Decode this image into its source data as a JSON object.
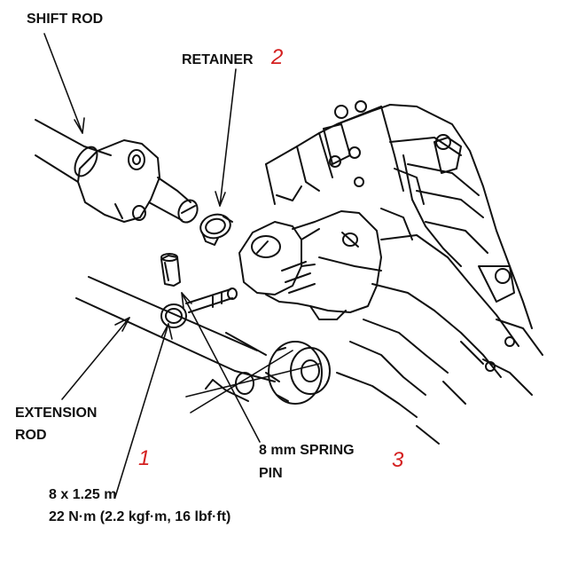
{
  "labels": {
    "shift_rod": "SHIFT ROD",
    "retainer": "RETAINER",
    "extension_rod_line1": "EXTENSION",
    "extension_rod_line2": "ROD",
    "spring_pin_line1": "8 mm SPRING",
    "spring_pin_line2": "PIN",
    "bolt_size": "8 x 1.25 m",
    "torque": "22 N·m (2.2 kgf·m, 16 lbf·ft)"
  },
  "callouts": {
    "one": "1",
    "two": "2",
    "three": "3"
  },
  "colors": {
    "ink": "#111111",
    "callout": "#d42020",
    "paper": "#ffffff"
  }
}
